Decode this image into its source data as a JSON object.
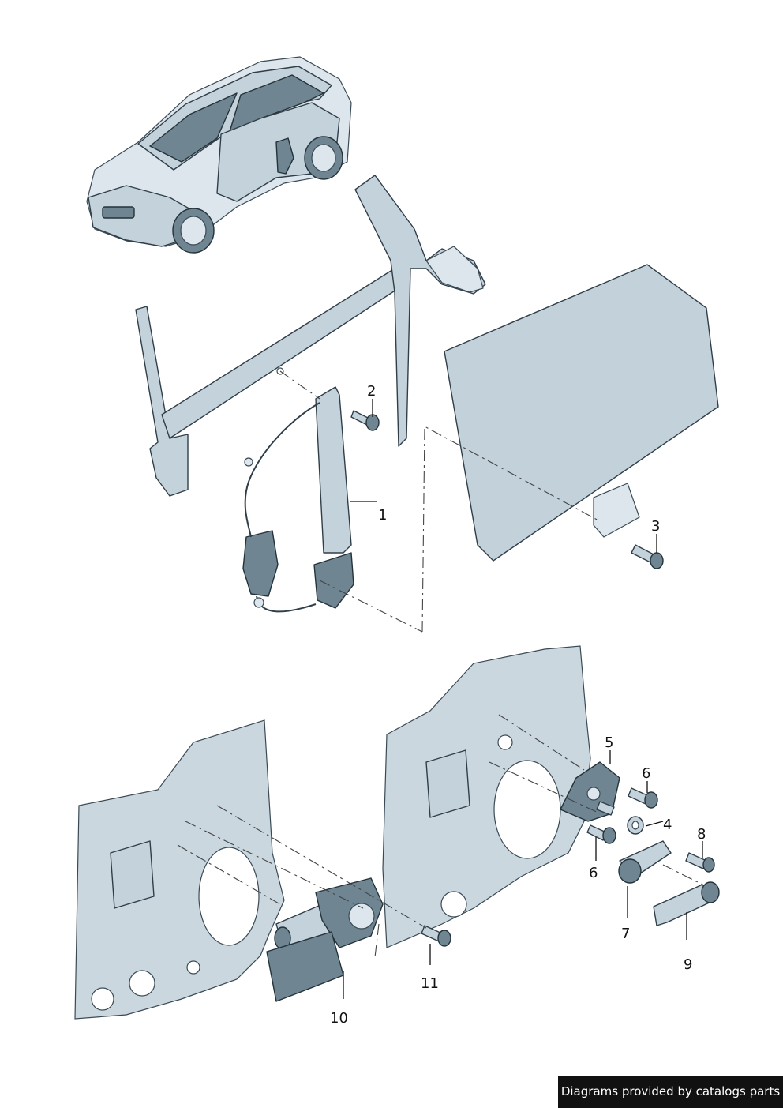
{
  "callouts": [
    "1",
    "2",
    "3",
    "4",
    "5",
    "6",
    "6",
    "7",
    "8",
    "9",
    "10",
    "11"
  ],
  "footer": {
    "text": "Diagrams provided by catalogs parts"
  },
  "colors": {
    "part_fill": "#c4d2dc",
    "part_stroke": "#2f3e48",
    "footer_bg": "#111111"
  }
}
